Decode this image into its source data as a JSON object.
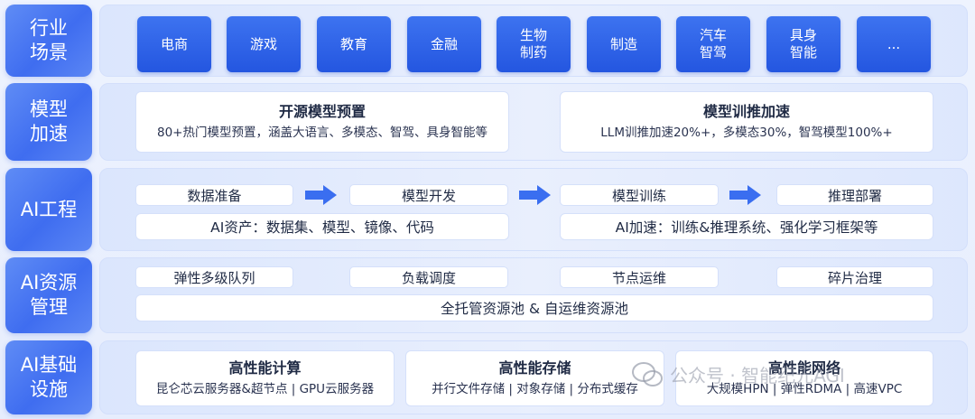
{
  "rows": {
    "industry": {
      "label": "行业\n场景",
      "items": [
        "电商",
        "游戏",
        "教育",
        "金融",
        "生物\n制药",
        "制造",
        "汽车\n智驾",
        "具身\n智能",
        "..."
      ]
    },
    "acceleration": {
      "label": "模型\n加速",
      "cards": [
        {
          "title": "开源模型预置",
          "sub": "80+热门模型预置，涵盖大语言、多模态、智驾、具身智能等"
        },
        {
          "title": "模型训推加速",
          "sub": "LLM训推加速20%+，多模态30%，智驾模型100%+"
        }
      ]
    },
    "engineering": {
      "label": "AI工程",
      "steps": [
        "数据准备",
        "模型开发",
        "模型训练",
        "推理部署"
      ],
      "bars": [
        "AI资产：数据集、模型、镜像、代码",
        "AI加速：训练&推理系统、强化学习框架等"
      ]
    },
    "resource": {
      "label": "AI资源\n管理",
      "pills": [
        "弹性多级队列",
        "负载调度",
        "节点运维",
        "碎片治理"
      ],
      "bar": "全托管资源池 & 自运维资源池"
    },
    "infra": {
      "label": "AI基础\n设施",
      "cards": [
        {
          "title": "高性能计算",
          "sub": "昆仑芯云服务器&超节点 | GPU云服务器"
        },
        {
          "title": "高性能存储",
          "sub": "并行文件存储 | 对象存储 | 分布式缓存"
        },
        {
          "title": "高性能网络",
          "sub": "大规模HPN | 弹性RDMA | 高速VPC"
        }
      ]
    }
  },
  "watermark": {
    "text": "公众号 · 智能纪元AGI",
    "icon": "wechat-icon"
  },
  "colors": {
    "accent": "#2456e0",
    "label_bg": "#4a78f2",
    "panel_bg": "#e3ebfd"
  }
}
